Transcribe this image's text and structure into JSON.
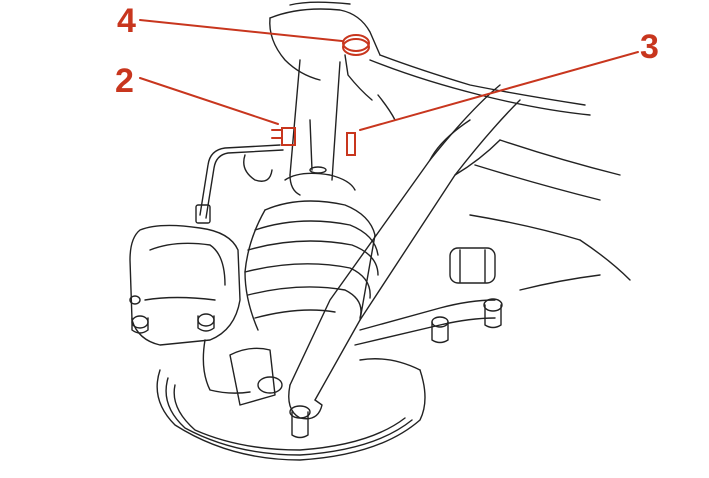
{
  "colors": {
    "callout": "#c8361e",
    "line_art": "#222222",
    "background": "#ffffff"
  },
  "callouts": [
    {
      "number": "4",
      "part": "upper-mount-nut"
    },
    {
      "number": "2",
      "part": "brake-hose-bracket-bolt"
    },
    {
      "number": "3",
      "part": "strut-clip"
    }
  ]
}
